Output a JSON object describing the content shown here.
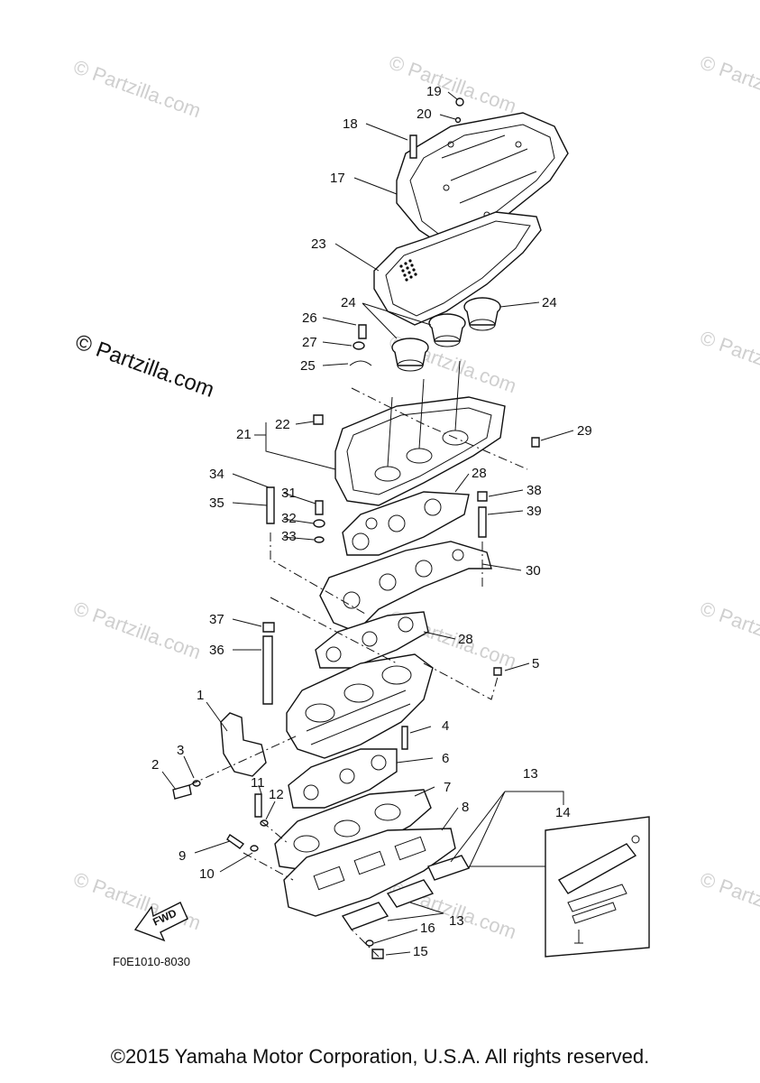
{
  "watermarks": {
    "small": "© Partzilla.com",
    "large": "© Partzilla.com"
  },
  "callouts": {
    "c1": "1",
    "c2": "2",
    "c3": "3",
    "c4": "4",
    "c5": "5",
    "c6": "6",
    "c7": "7",
    "c8": "8",
    "c9": "9",
    "c10": "10",
    "c11": "11",
    "c12": "12",
    "c13a": "13",
    "c13b": "13",
    "c14": "14",
    "c15": "15",
    "c16": "16",
    "c17": "17",
    "c18": "18",
    "c19": "19",
    "c20": "20",
    "c21": "21",
    "c22": "22",
    "c23": "23",
    "c24a": "24",
    "c24b": "24",
    "c25": "25",
    "c26": "26",
    "c27": "27",
    "c28a": "28",
    "c28b": "28",
    "c29": "29",
    "c30": "30",
    "c31": "31",
    "c32": "32",
    "c33": "33",
    "c34": "34",
    "c35": "35",
    "c36": "36",
    "c37": "37",
    "c38": "38",
    "c39": "39"
  },
  "fwd_label": "FWD",
  "diagram_code": "F0E1010-8030",
  "copyright": "©2015 Yamaha Motor Corporation, U.S.A. All rights reserved."
}
